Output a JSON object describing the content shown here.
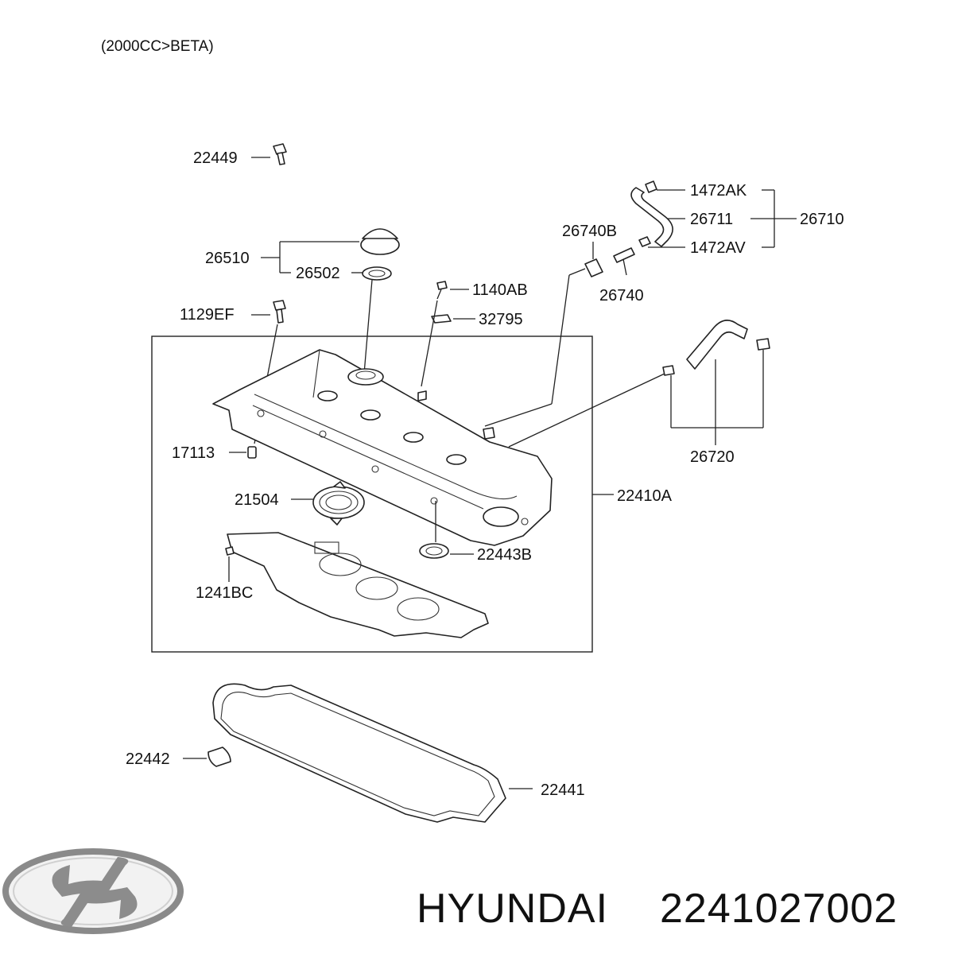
{
  "header": {
    "engine": "(2000CC>BETA)"
  },
  "parts": {
    "p22449": "22449",
    "p1472AK": "1472AK",
    "p26711": "26711",
    "p26710": "26710",
    "p26740B": "26740B",
    "p1472AV": "1472AV",
    "p26510": "26510",
    "p26502": "26502",
    "p1140AB": "1140AB",
    "p26740": "26740",
    "p1129EF": "1129EF",
    "p32795": "32795",
    "p17113": "17113",
    "p26720": "26720",
    "p21504": "21504",
    "p22410A": "22410A",
    "p22443B": "22443B",
    "p1241BC": "1241BC",
    "p22442": "22442",
    "p22441": "22441"
  },
  "footer": {
    "brand": "HYUNDAI",
    "part_number": "2241027002",
    "logo": "hyundai-logo"
  },
  "colors": {
    "ink": "#111111",
    "background": "#ffffff",
    "logo": "#9a9a9a"
  }
}
